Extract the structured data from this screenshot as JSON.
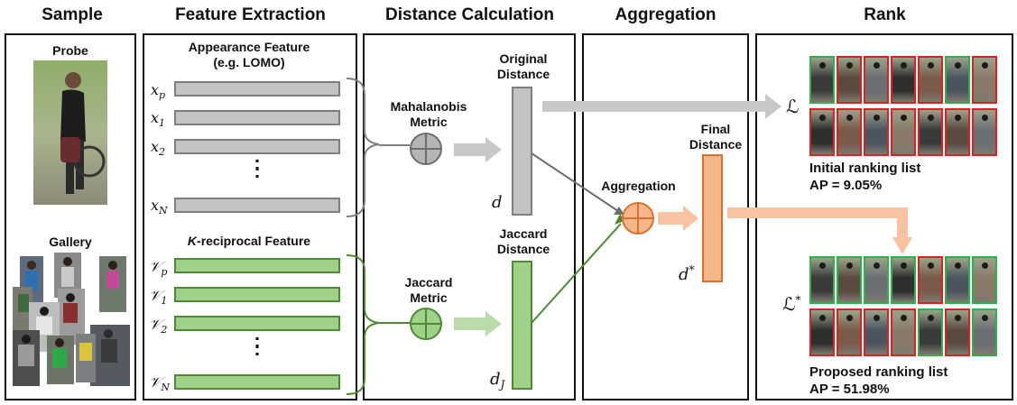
{
  "columns": {
    "sample": "Sample",
    "feature_extraction": "Feature Extraction",
    "distance_calculation": "Distance Calculation",
    "aggregation": "Aggregation",
    "rank": "Rank"
  },
  "sample": {
    "probe_label": "Probe",
    "gallery_label": "Gallery"
  },
  "features": {
    "appearance_title_line1": "Appearance Feature",
    "appearance_title_line2": "(e.g. LOMO)",
    "kreciprocal_title_k": "K",
    "kreciprocal_title_rest": "-reciprocal Feature",
    "appearance_vars": [
      {
        "base": "x",
        "sub": "p"
      },
      {
        "base": "x",
        "sub": "1"
      },
      {
        "base": "x",
        "sub": "2"
      },
      {
        "base": "x",
        "sub": "N"
      }
    ],
    "kreciprocal_vars": [
      {
        "base": "𝒱",
        "sub": "p"
      },
      {
        "base": "𝒱",
        "sub": "1"
      },
      {
        "base": "𝒱",
        "sub": "2"
      },
      {
        "base": "𝒱",
        "sub": "N"
      }
    ],
    "ellipsis": ":"
  },
  "distance": {
    "mahalanobis_line1": "Mahalanobis",
    "mahalanobis_line2": "Metric",
    "jaccard_metric_line1": "Jaccard",
    "jaccard_metric_line2": "Metric",
    "original_line1": "Original",
    "original_line2": "Distance",
    "jaccard_dist_line1": "Jaccard",
    "jaccard_dist_line2": "Distance",
    "d_symbol": "d",
    "dj_base": "d",
    "dj_sub": "J"
  },
  "aggregation": {
    "label": "Aggregation",
    "final_line1": "Final",
    "final_line2": "Distance",
    "dstar_base": "d",
    "dstar_sup": "*"
  },
  "rank": {
    "initial_symbol": "ℒ",
    "proposed_symbol_base": "ℒ",
    "proposed_symbol_sup": "*",
    "initial_title": "Initial ranking list",
    "initial_ap": "AP = 9.05%",
    "proposed_title": "Proposed ranking list",
    "proposed_ap": "AP = 51.98%",
    "initial_matches": [
      [
        true,
        false,
        false,
        false,
        false,
        true,
        false
      ],
      [
        false,
        false,
        false,
        false,
        false,
        false,
        false
      ]
    ],
    "proposed_matches": [
      [
        true,
        true,
        true,
        true,
        false,
        true,
        true
      ],
      [
        false,
        false,
        false,
        false,
        true,
        false,
        true
      ]
    ]
  },
  "colors": {
    "gray_fill": "#c3c3c3",
    "gray_stroke": "#7f7f7f",
    "green_fill": "#9fd18a",
    "green_stroke": "#4e8a33",
    "orange_fill": "#f5b68c",
    "orange_stroke": "#d9712e",
    "match_border": "#2bb24c",
    "mismatch_border": "#e02020"
  }
}
